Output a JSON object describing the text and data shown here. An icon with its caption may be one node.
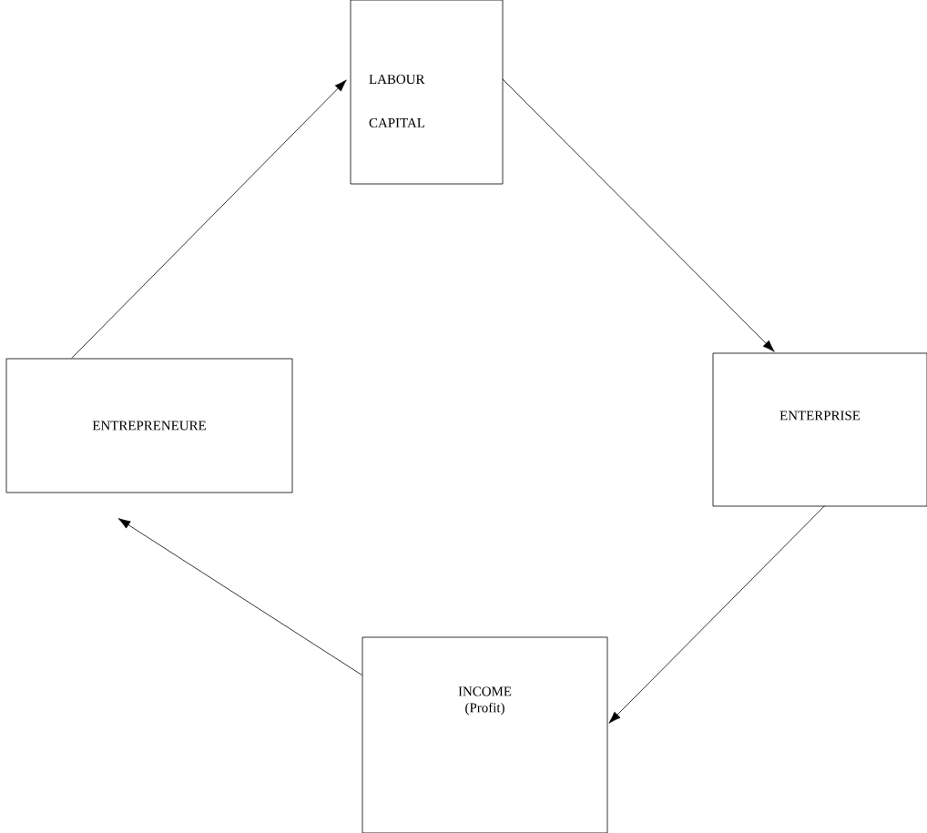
{
  "diagram": {
    "nodes": [
      {
        "text": [
          "LABOUR",
          "CAPITAL"
        ]
      },
      {
        "text": [
          "ENTERPRISE"
        ]
      },
      {
        "text": [
          "INCOME",
          "(Profit)"
        ]
      },
      {
        "text": [
          "ENTREPRENEURE"
        ]
      }
    ],
    "edges": [
      {
        "from": 0,
        "to": 1,
        "arrow": "to"
      },
      {
        "from": 1,
        "to": 2,
        "arrow": "to"
      },
      {
        "from": 2,
        "to": 3,
        "arrow": "to"
      },
      {
        "from": 3,
        "to": 0,
        "arrow": "to"
      }
    ]
  }
}
